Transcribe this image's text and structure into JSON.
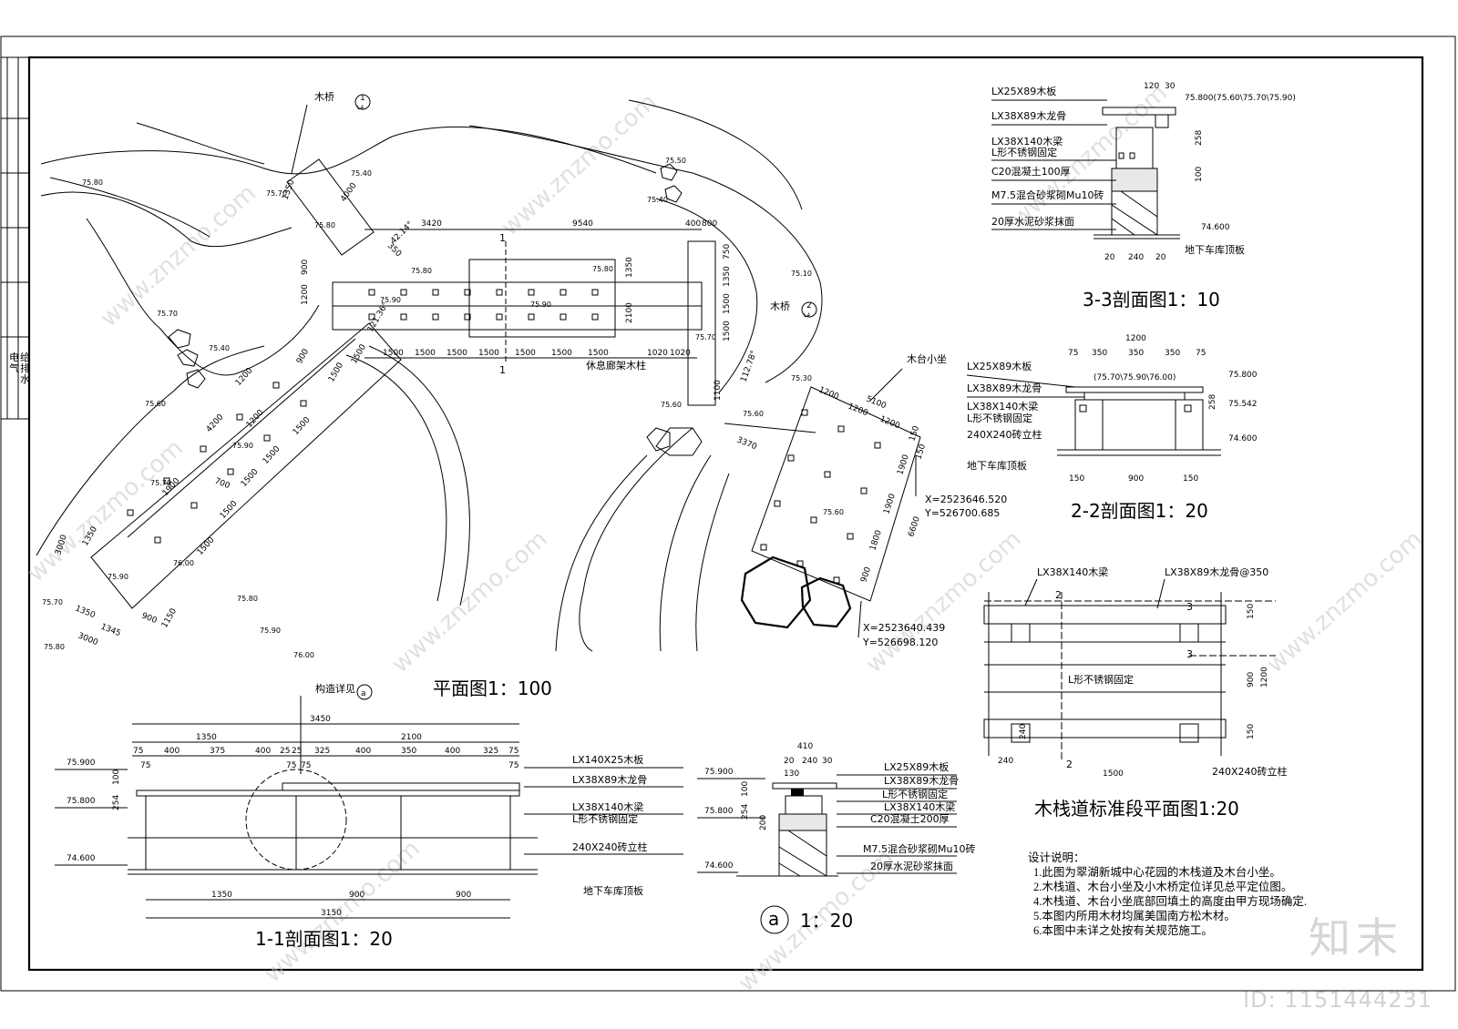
{
  "plan": {
    "title": "平面图1：100",
    "bridge1_label": "木桥",
    "bridge1_ref_num": "1",
    "bridge1_ref_sheet": "L4",
    "bridge2_label": "木桥",
    "bridge2_ref_num": "2",
    "bridge2_ref_sheet": "L4",
    "platform_label": "木台小坐",
    "pavilion_label": "休息廊架木柱",
    "section_mark": "1",
    "coord1_x": "X=2523646.520",
    "coord1_y": "Y=526700.685",
    "coord2_x": "X=2523640.439",
    "coord2_y": "Y=526698.120",
    "angle1": "42.14°",
    "angle2": "121.36°",
    "angle3": "112.78°",
    "elevations": [
      "75.80",
      "75.70",
      "75.40",
      "75.80",
      "75.50",
      "75.40",
      "75.70",
      "75.40",
      "75.60",
      "75.80",
      "75.90",
      "75.80",
      "75.10",
      "75.70",
      "75.60",
      "75.60",
      "75.30",
      "75.60",
      "75.90",
      "75.70",
      "76.00",
      "75.90",
      "75.70",
      "75.80",
      "75.80",
      "75.90",
      "76.00"
    ],
    "dims_top": [
      "3420",
      "9540",
      "400",
      "800",
      "1350",
      "2100",
      "750",
      "1350",
      "1500",
      "1500"
    ],
    "dims_bottom": [
      "1500",
      "1500",
      "1500",
      "1500",
      "1500",
      "1500",
      "1500",
      "1020",
      "1020"
    ],
    "dims_platform": [
      "1200",
      "5100",
      "1200",
      "1200",
      "3370",
      "1900",
      "1900",
      "1800",
      "900",
      "6600",
      "150",
      "150"
    ],
    "dims_diag": [
      "1200",
      "4200",
      "1900",
      "1500",
      "1500",
      "1500",
      "1500",
      "1500",
      "1150",
      "1350",
      "1350",
      "3000",
      "3000",
      "1345",
      "900",
      "700",
      "1200",
      "1500",
      "900",
      "1500",
      "1350",
      "4000",
      "900",
      "1200",
      "350",
      "1100"
    ]
  },
  "sec33": {
    "title": "3-3剖面图1：10",
    "labels": [
      "LX25X89木板",
      "LX38X89木龙骨",
      "LX38X140木梁",
      "L形不锈钢固定",
      "C20混凝土100厚",
      "M7.5混合砂浆砌Mu10砖",
      "20厚水泥砂浆抹面",
      "地下车库顶板"
    ],
    "elev_top": "75.800(75.60\\75.70\\75.90)",
    "elev_bottom": "74.600",
    "dims": [
      "120",
      "30",
      "258",
      "100",
      "20",
      "240",
      "20"
    ]
  },
  "sec22": {
    "title": "2-2剖面图1：20",
    "labels": [
      "LX25X89木板",
      "LX38X89木龙骨",
      "LX38X140木梁",
      "L形不锈钢固定",
      "240X240砖立柱",
      "地下车库顶板"
    ],
    "elev_mid": "(75.70\\75.90\\76.00)",
    "elev_top": "75.800",
    "elev_2": "75.542",
    "elev_bottom": "74.600",
    "dims": [
      "1200",
      "75",
      "350",
      "350",
      "350",
      "75",
      "258",
      "150",
      "900",
      "150"
    ]
  },
  "standard": {
    "title": "木栈道标准段平面图1:20",
    "labels": [
      "LX38X140木梁",
      "LX38X89木龙骨@350",
      "L形不锈钢固定",
      "240X240砖立柱"
    ],
    "marks": [
      "2",
      "3",
      "3",
      "2"
    ],
    "dims": [
      "150",
      "900",
      "1200",
      "150",
      "240",
      "240",
      "1500"
    ]
  },
  "sec11": {
    "title": "1-1剖面图1：20",
    "detail_ref": "构造详见",
    "detail_tag": "a",
    "labels": [
      "LX140X25木板",
      "LX38X89木龙骨",
      "LX38X140木梁",
      "L形不锈钢固定",
      "240X240砖立柱",
      "地下车库顶板"
    ],
    "elevations": [
      "75.900",
      "75.800",
      "74.600"
    ],
    "dims_top": [
      "3450",
      "1350",
      "2100"
    ],
    "dims_row": [
      "75",
      "400",
      "375",
      "400",
      "25",
      "25",
      "325",
      "400",
      "350",
      "400",
      "325",
      "75"
    ],
    "dims_small": [
      "75",
      "75",
      "75",
      "75"
    ],
    "dims_bottom": [
      "1350",
      "900",
      "900",
      "3150"
    ],
    "dims_side": [
      "100",
      "254"
    ]
  },
  "seca": {
    "title_tag": "a",
    "title_scale": "1：20",
    "labels": [
      "LX25X89木板",
      "LX38X89木龙骨",
      "L形不锈钢固定",
      "LX38X140木梁",
      "C20混凝土200厚",
      "M7.5混合砂浆砌Mu10砖",
      "20厚水泥砂浆抹面"
    ],
    "elevations": [
      "75.900",
      "75.800",
      "74.600"
    ],
    "dims": [
      "410",
      "20",
      "240",
      "30",
      "130",
      "100",
      "254",
      "200"
    ]
  },
  "notes": {
    "title": "设计说明：",
    "items": [
      "1.此图为翠湖新城中心花园的木栈道及木台小坐。",
      "2.木栈道、木台小坐及小木桥定位详见总平定位图。",
      "4.木栈道、木台小坐底部回填土的高度由甲方现场确定.",
      "5.本图内所用木材均属美国南方松木材。",
      "6.本图中未详之处按有关规范施工。"
    ]
  },
  "titleblock": {
    "chars": [
      "电",
      "气",
      "给",
      "排",
      "水"
    ]
  },
  "watermark": {
    "logo": "知末",
    "id": "ID: 1151444231",
    "site": "www.znzmo.com"
  }
}
